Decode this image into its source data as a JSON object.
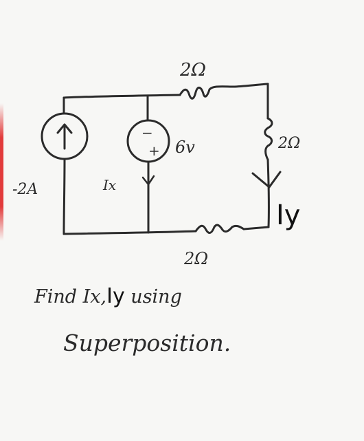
{
  "components": {
    "top_resistor": {
      "label": "2Ω"
    },
    "right_resistor": {
      "label": "2Ω"
    },
    "bottom_resistor": {
      "label": "2Ω"
    },
    "current_source": {
      "label": "-2A"
    },
    "voltage_source": {
      "label": "6v",
      "polarity_top": "−",
      "polarity_bottom": "+"
    }
  },
  "currents": {
    "ix": {
      "label": "Ix"
    },
    "iy": {
      "label": "Iy"
    }
  },
  "question": {
    "line1_prefix": "Find Ix,",
    "line1_emph": "Iy",
    "line1_suffix": " using",
    "line2": "Superposition."
  },
  "colors": {
    "ink": "#2b2b2b",
    "ink_dark": "#111111",
    "paper": "#f7f7f5",
    "edge_strip": "#e23b3b"
  }
}
